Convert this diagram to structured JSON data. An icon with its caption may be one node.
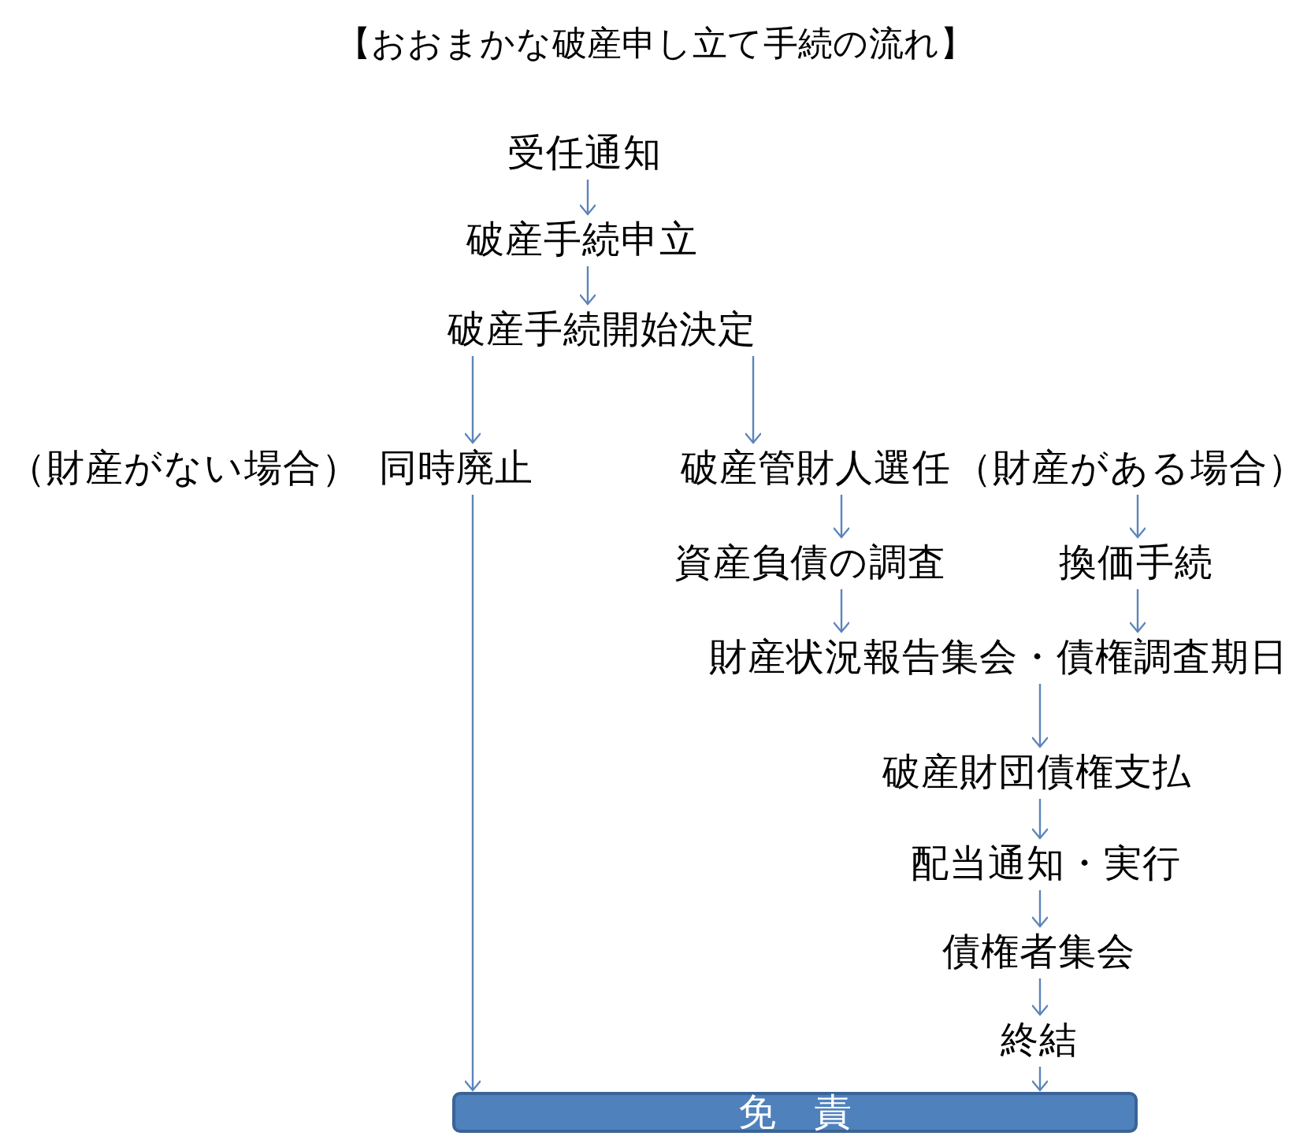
{
  "diagram": {
    "title": "【おおまかな破産申し立て手続の流れ】",
    "nodes": [
      {
        "text": [
          "受任通知"
        ]
      },
      {
        "text": [
          "破産手続申立"
        ]
      },
      {
        "text": [
          "破産手続開始決定"
        ]
      },
      {
        "text": [
          "同時廃止"
        ],
        "beside": [
          "（財産がない場合）"
        ]
      },
      {
        "text": [
          "破産管財人選任"
        ],
        "beside": [
          "（財産がある場合）"
        ]
      },
      {
        "text": [
          "資産負債の調査"
        ]
      },
      {
        "text": [
          "換価手続"
        ]
      },
      {
        "text": [
          "財産状況報告集会・債権調査期日"
        ]
      },
      {
        "text": [
          "破産財団債権支払"
        ]
      },
      {
        "text": [
          "配当通知・実行"
        ]
      },
      {
        "text": [
          "債権者集会"
        ]
      },
      {
        "text": [
          "終結"
        ]
      },
      {
        "text": [
          "免　責"
        ]
      }
    ],
    "edges": [
      {
        "from": 0,
        "to": 1,
        "arrow": "to"
      },
      {
        "from": 1,
        "to": 2,
        "arrow": "to"
      },
      {
        "from": 2,
        "to": 3,
        "arrow": "to"
      },
      {
        "from": 2,
        "to": 4,
        "arrow": "to"
      },
      {
        "from": 4,
        "to": 5,
        "arrow": "to"
      },
      {
        "from": 4,
        "to": 6,
        "arrow": "to"
      },
      {
        "from": 5,
        "to": 7,
        "arrow": "to"
      },
      {
        "from": 6,
        "to": 7,
        "arrow": "to"
      },
      {
        "from": 7,
        "to": 8,
        "arrow": "to"
      },
      {
        "from": 8,
        "to": 9,
        "arrow": "to"
      },
      {
        "from": 9,
        "to": 10,
        "arrow": "to"
      },
      {
        "from": 10,
        "to": 11,
        "arrow": "to"
      },
      {
        "from": 11,
        "to": 12,
        "arrow": "to"
      },
      {
        "from": 3,
        "to": 12,
        "arrow": "to"
      }
    ]
  }
}
